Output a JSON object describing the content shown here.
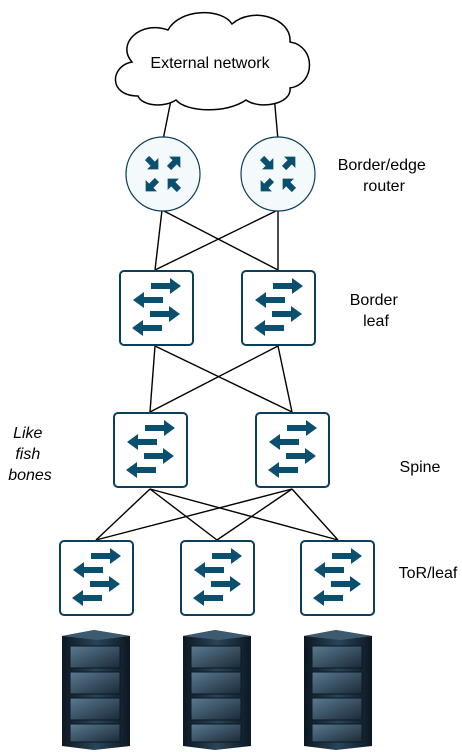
{
  "cloud": {
    "label": "External network"
  },
  "tiers": [
    {
      "id": "border-router",
      "label_lines": [
        "Border/edge",
        "router"
      ]
    },
    {
      "id": "border-leaf",
      "label_lines": [
        "Border",
        "leaf"
      ]
    },
    {
      "id": "spine",
      "label_lines": [
        "Spine"
      ]
    },
    {
      "id": "tor-leaf",
      "label_lines": [
        "ToR/leaf"
      ]
    }
  ],
  "annotation": {
    "lines": [
      "Like",
      "fish",
      "bones"
    ]
  },
  "icons": {
    "router": "router-icon",
    "switch": "switch-icon",
    "server": "server-rack-icon",
    "cloud": "cloud-icon"
  },
  "colors": {
    "device_fill": "#ffffff",
    "device_stroke": "#0b3d5c",
    "arrow": "#0b4f6e",
    "router_fill": "#f4fafb",
    "link": "#000000"
  }
}
